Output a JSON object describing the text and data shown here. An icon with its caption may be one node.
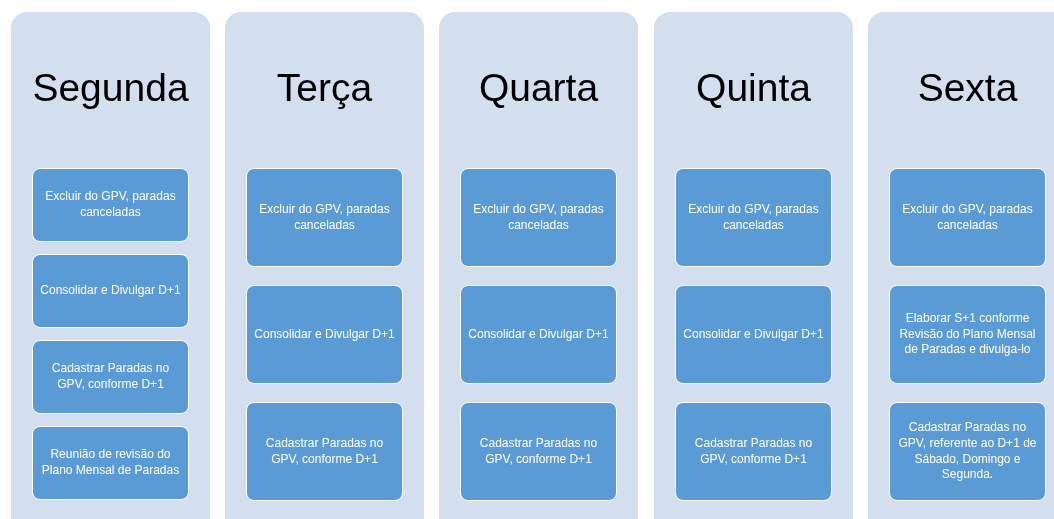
{
  "diagram": {
    "nodes": [
      {
        "text": [
          "Segunda"
        ]
      },
      {
        "text": [
          "Excluir do GPV, paradas canceladas"
        ],
        "in": 0
      },
      {
        "text": [
          "Consolidar e Divulgar D+1"
        ],
        "in": 0
      },
      {
        "text": [
          "Cadastrar Paradas no GPV, conforme D+1"
        ],
        "in": 0
      },
      {
        "text": [
          "Reunião de revisão do Plano Mensal de Paradas"
        ],
        "in": 0
      },
      {
        "text": [
          "Terça"
        ]
      },
      {
        "text": [
          "Excluir do GPV, paradas canceladas"
        ],
        "in": 5
      },
      {
        "text": [
          "Consolidar e Divulgar D+1"
        ],
        "in": 5
      },
      {
        "text": [
          "Cadastrar Paradas no GPV, conforme D+1"
        ],
        "in": 5
      },
      {
        "text": [
          "Quarta"
        ]
      },
      {
        "text": [
          "Excluir do GPV, paradas canceladas"
        ],
        "in": 9
      },
      {
        "text": [
          "Consolidar e Divulgar D+1"
        ],
        "in": 9
      },
      {
        "text": [
          "Cadastrar Paradas no GPV, conforme D+1"
        ],
        "in": 9
      },
      {
        "text": [
          "Quinta"
        ]
      },
      {
        "text": [
          "Excluir do GPV, paradas canceladas"
        ],
        "in": 13
      },
      {
        "text": [
          "Consolidar e Divulgar D+1"
        ],
        "in": 13
      },
      {
        "text": [
          "Cadastrar Paradas no GPV, conforme D+1"
        ],
        "in": 13
      },
      {
        "text": [
          "Sexta"
        ]
      },
      {
        "text": [
          "Excluir do GPV, paradas canceladas"
        ],
        "in": 17
      },
      {
        "text": [
          "Elaborar S+1 conforme Revisão do Plano Mensal de Paradas e divulga-lo"
        ],
        "in": 17
      },
      {
        "text": [
          "Cadastrar Paradas no GPV, referente ao D+1 de Sábado, Domingo e Segunda."
        ],
        "in": 17
      }
    ]
  }
}
